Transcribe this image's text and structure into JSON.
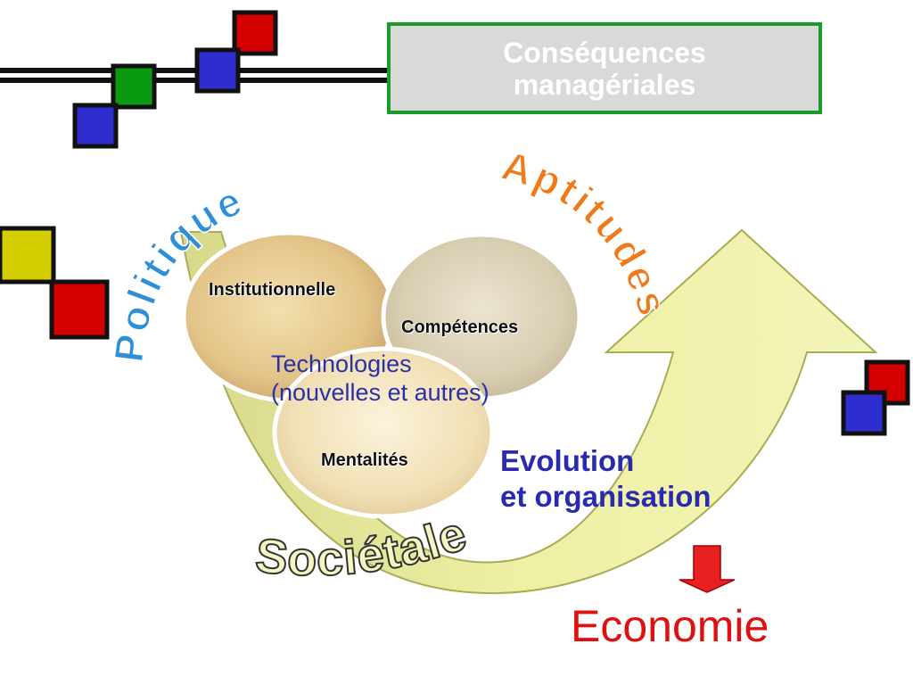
{
  "title": {
    "line1": "Conséquences",
    "line2": "managériales"
  },
  "circles": {
    "institutionnelle": "Institutionnelle",
    "competences": "Compétences",
    "mentalites": "Mentalités"
  },
  "technologies": {
    "line1": "Technologies",
    "line2": "(nouvelles et autres)"
  },
  "arc_labels": {
    "politique": "Politique",
    "aptitudes": "Aptitudes",
    "societale": "Sociétale"
  },
  "evolution": {
    "line1": "Evolution",
    "line2": "et organisation"
  },
  "economie": "Economie",
  "colors": {
    "red": "#d40000",
    "green": "#0a9a12",
    "blue": "#2d2dd0",
    "yellow": "#d4cf00",
    "title_border": "#1c9a2c",
    "title_bg": "#d9d9d9",
    "arrow_fill": "#eef0a4",
    "text_blue": "#2a2ab0",
    "economie_red": "#e01010"
  }
}
